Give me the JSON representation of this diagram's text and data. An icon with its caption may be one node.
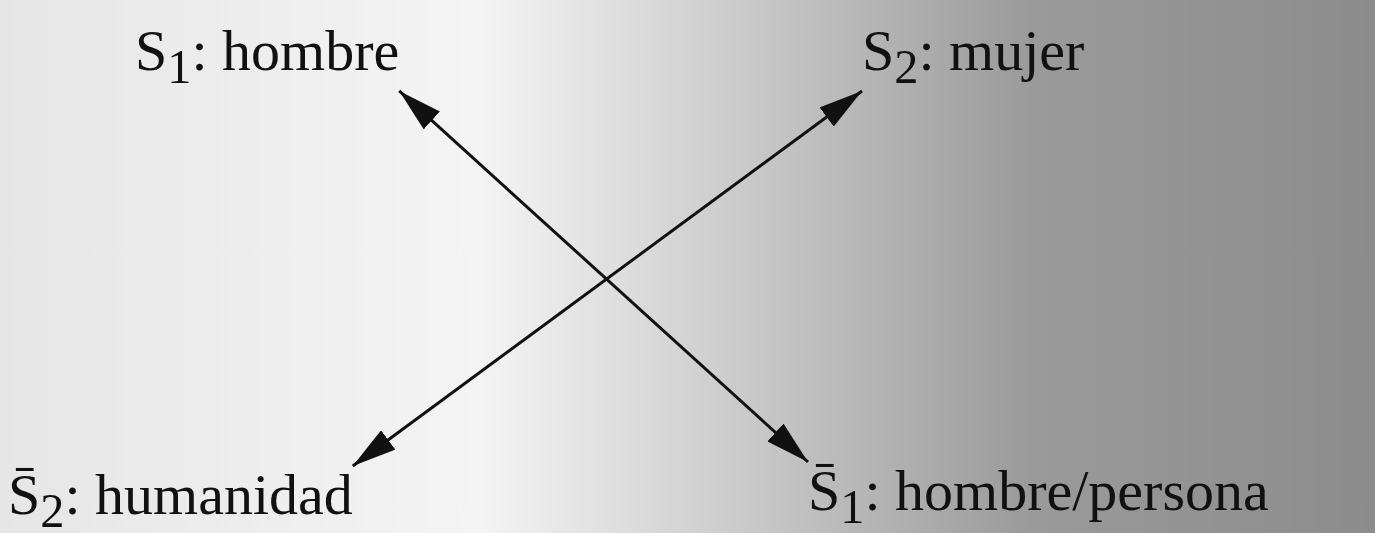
{
  "diagram": {
    "nodes": [
      {
        "text": [
          "S$_{1}$: hombre"
        ]
      },
      {
        "text": [
          "S$_{2}$: mujer"
        ]
      },
      {
        "text": [
          "S̄$_{2}$: humanidad"
        ]
      },
      {
        "text": [
          "S̄$_{1}$: hombre/persona"
        ]
      }
    ],
    "edges": [
      {
        "from": 0,
        "to": 3,
        "arrow": "both"
      },
      {
        "from": 1,
        "to": 2,
        "arrow": "both"
      }
    ]
  }
}
